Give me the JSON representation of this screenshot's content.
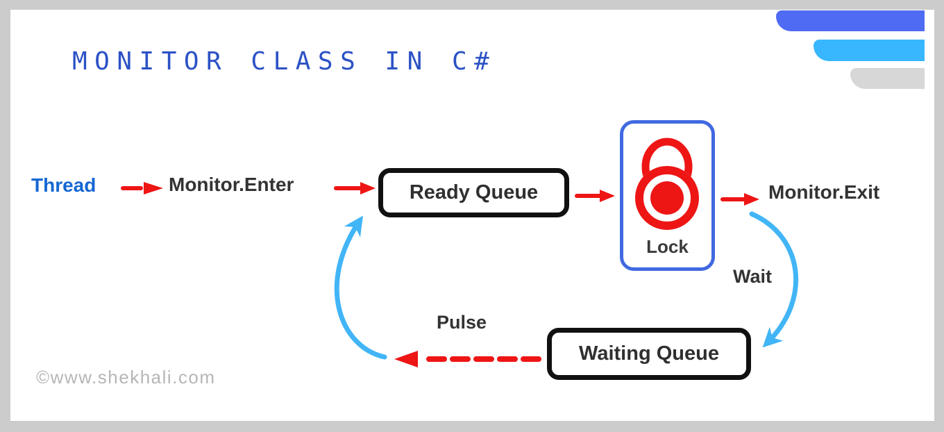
{
  "title": "MONITOR CLASS IN C#",
  "watermark": "©www.shekhali.com",
  "flow": {
    "thread_label": "Thread",
    "monitor_enter_label": "Monitor.Enter",
    "ready_queue_label": "Ready Queue",
    "lock_label": "Lock",
    "monitor_exit_label": "Monitor.Exit",
    "wait_label": "Wait",
    "waiting_queue_label": "Waiting Queue",
    "pulse_label": "Pulse"
  },
  "colors": {
    "frame": "#cccccc",
    "card": "#ffffff",
    "title_blue": "#2b51c5",
    "thread_blue": "#1567d2",
    "arrow_red": "#ee1515",
    "arc_blue": "#41b5f6",
    "lock_border_blue": "#4169e1",
    "box_border": "#111111",
    "text_dark": "#333333",
    "watermark_gray": "#b6b6b6",
    "bar_indigo": "#4f6af3",
    "bar_sky": "#38b7ff",
    "bar_gray": "#d7d7d7"
  }
}
